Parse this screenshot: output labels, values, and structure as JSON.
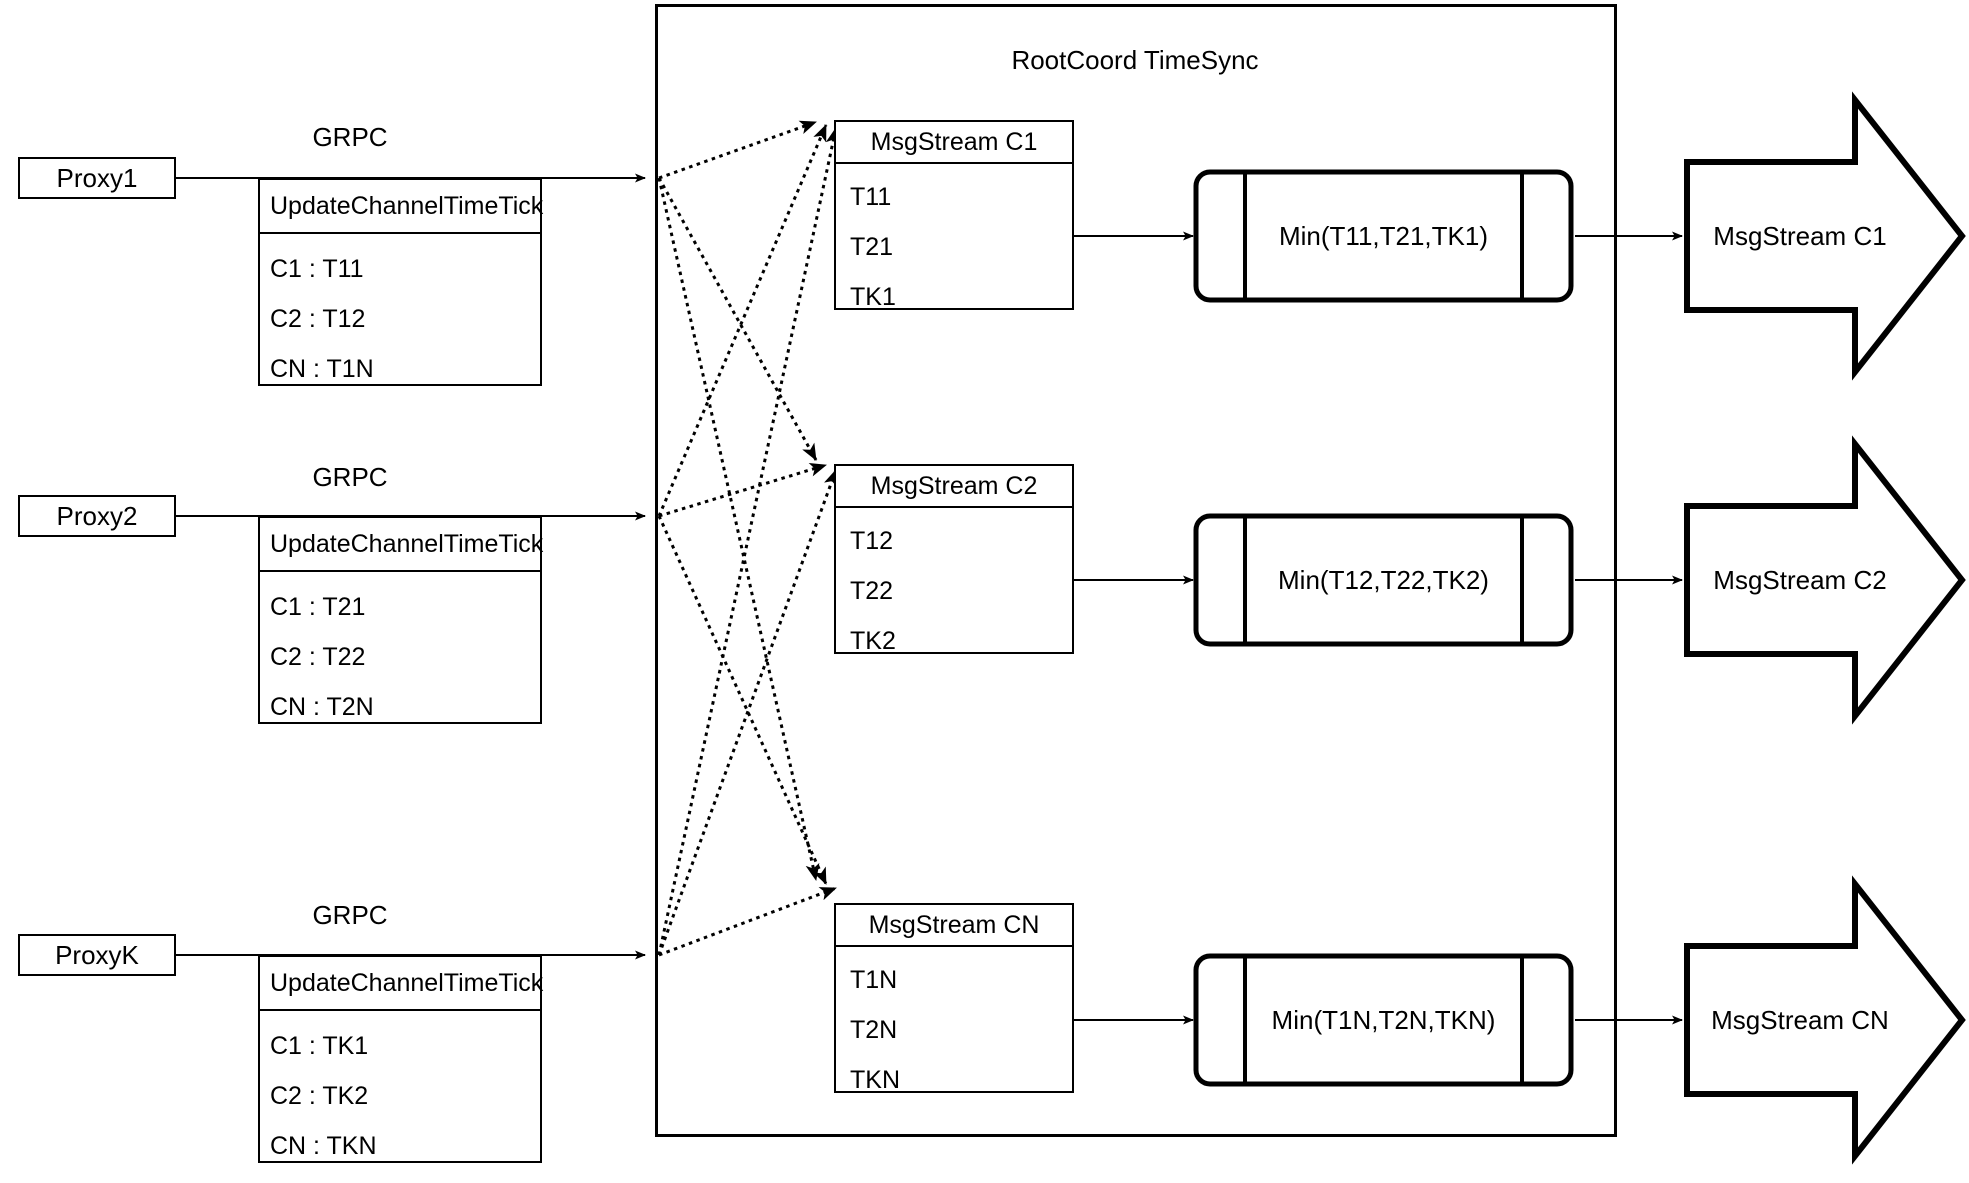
{
  "diagram": {
    "container_title": "RootCoord TimeSync",
    "grpc_label": "GRPC",
    "uctt_header": "UpdateChannelTimeTick"
  },
  "proxies": [
    {
      "name": "Proxy1",
      "grpc": "GRPC",
      "header": "UpdateChannelTimeTick",
      "rows": [
        "C1 :  T11",
        "C2 :  T12",
        "CN : T1N"
      ]
    },
    {
      "name": "Proxy2",
      "grpc": "GRPC",
      "header": "UpdateChannelTimeTick",
      "rows": [
        "C1 :  T21",
        "C2 :  T22",
        "CN : T2N"
      ]
    },
    {
      "name": "ProxyK",
      "grpc": "GRPC",
      "header": "UpdateChannelTimeTick",
      "rows": [
        "C1 :  TK1",
        "C2 :  TK2",
        "CN : TKN"
      ]
    }
  ],
  "channels": [
    {
      "msgstream_title": "MsgStream C1",
      "ticks": [
        "T11",
        "T21",
        "TK1"
      ],
      "min_label": "Min(T11,T21,TK1)",
      "output_label": "MsgStream C1"
    },
    {
      "msgstream_title": "MsgStream C2",
      "ticks": [
        "T12",
        "T22",
        "TK2"
      ],
      "min_label": "Min(T12,T22,TK2)",
      "output_label": "MsgStream C2"
    },
    {
      "msgstream_title": "MsgStream CN",
      "ticks": [
        "T1N",
        "T2N",
        "TKN"
      ],
      "min_label": "Min(T1N,T2N,TKN)",
      "output_label": "MsgStream CN"
    }
  ],
  "colors": {
    "stroke": "#000000",
    "background": "#ffffff"
  }
}
